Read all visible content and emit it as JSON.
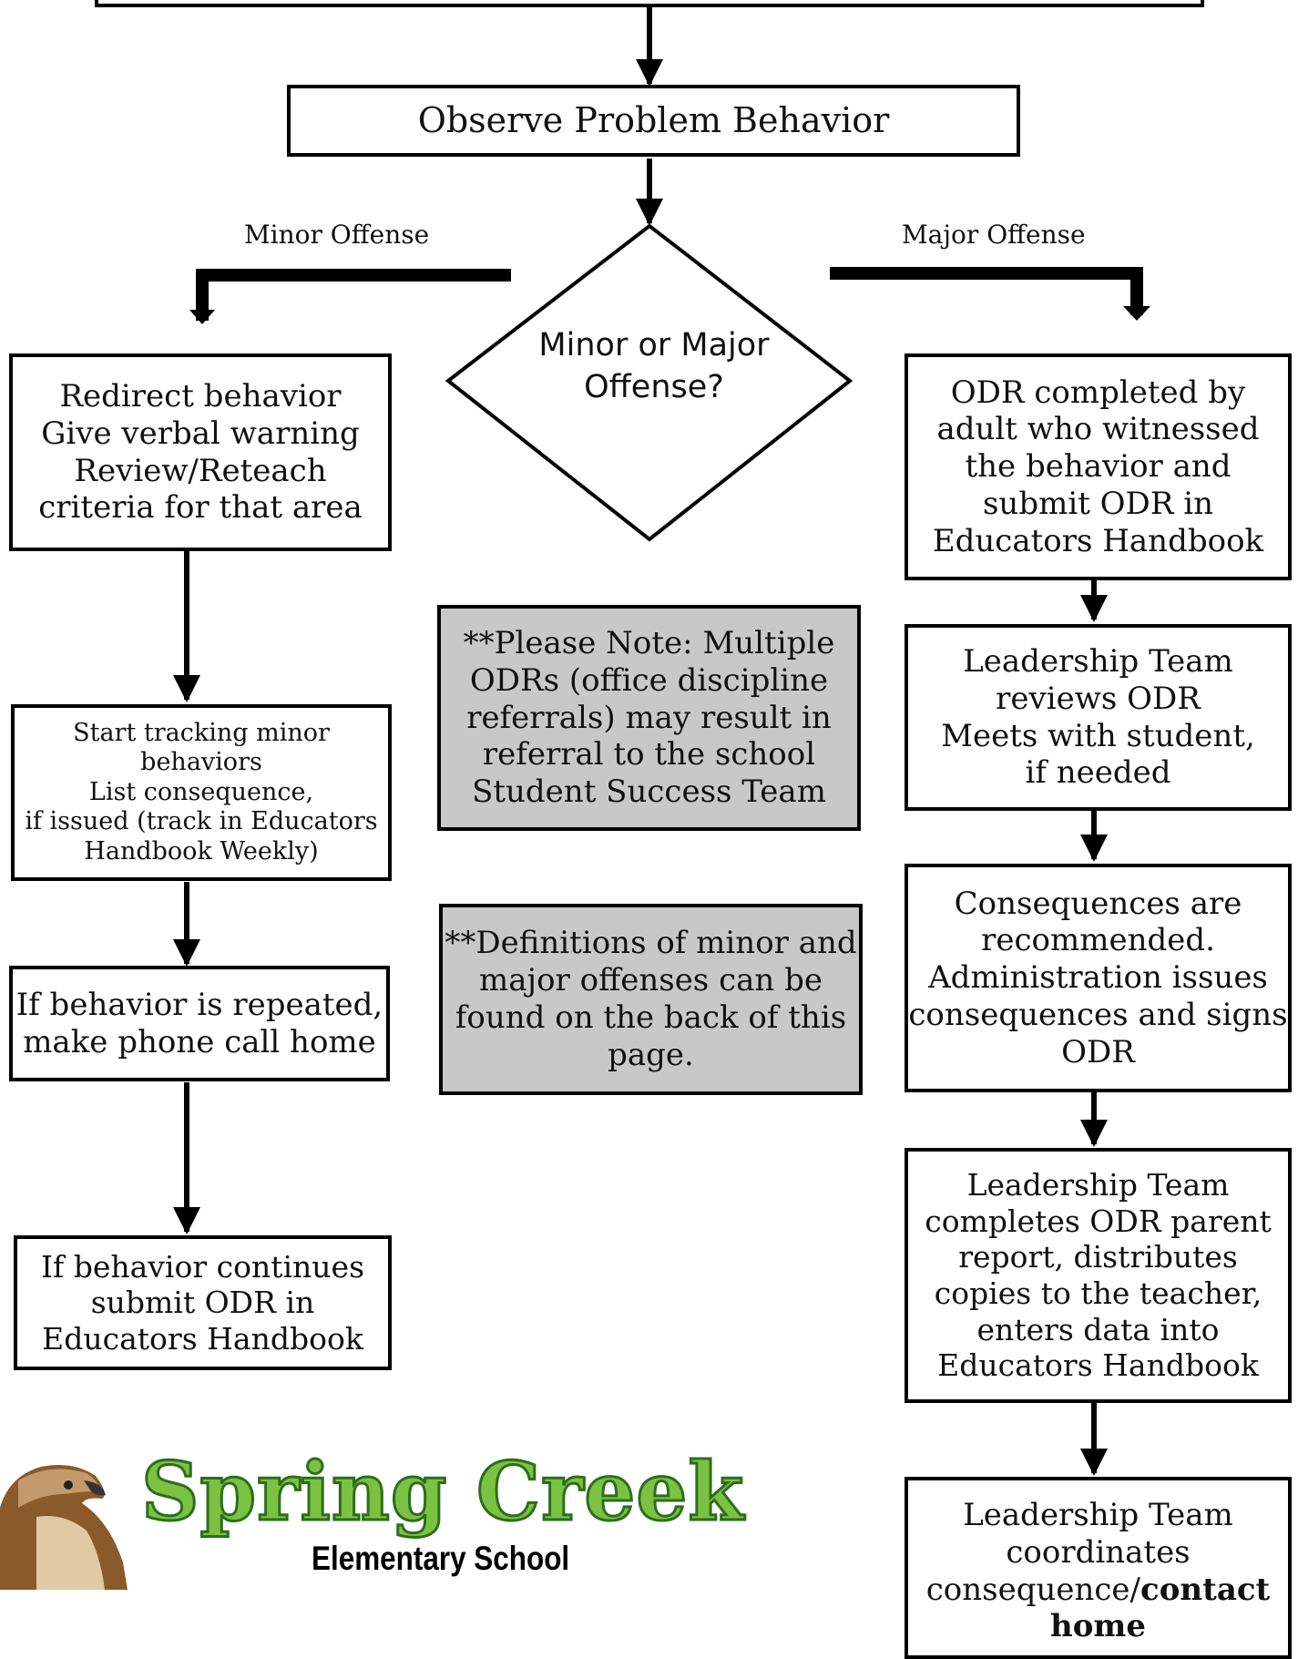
{
  "diagram": {
    "observe": "Observe Problem Behavior",
    "decision": [
      "Minor or Major",
      "Offense?"
    ],
    "minor_label": "Minor Offense",
    "major_label": "Major Offense",
    "minor_steps": [
      [
        "Redirect behavior",
        "Give verbal warning",
        "Review/Reteach",
        "criteria for that area"
      ],
      [
        "Start tracking minor",
        "behaviors",
        "List consequence,",
        "if issued (track in Educators",
        "Handbook Weekly)"
      ],
      [
        "If behavior is repeated,",
        "make phone call home"
      ],
      [
        "If behavior continues",
        "submit ODR in",
        "Educators Handbook"
      ]
    ],
    "major_steps": [
      [
        "ODR completed by",
        "adult who witnessed",
        "the behavior and",
        "submit ODR in",
        "Educators Handbook"
      ],
      [
        "Leadership Team",
        "reviews ODR",
        "Meets with student,",
        "if needed"
      ],
      [
        "Consequences are",
        "recommended.",
        "Administration issues",
        "consequences and signs",
        "ODR"
      ],
      [
        "Leadership Team",
        "completes ODR parent",
        "report, distributes",
        "copies to the teacher,",
        "enters data into",
        "Educators Handbook"
      ],
      [
        "Leadership Team",
        "coordinates"
      ]
    ],
    "final_line_prefix": "consequence/",
    "final_line_bold": "contact",
    "final_line_last": "home",
    "notes": [
      [
        "**Please Note: Multiple",
        "ODRs (office discipline",
        "referrals) may result in",
        "referral to the school",
        "Student Success Team"
      ],
      [
        "**Definitions of minor and",
        "major offenses can be",
        "found on the back of this",
        "page."
      ]
    ]
  },
  "logo": {
    "name": "Spring Creek",
    "sub": "Elementary School"
  },
  "colors": {
    "note_bg": "#c8c8c8",
    "logo_green": "#7cc242"
  }
}
